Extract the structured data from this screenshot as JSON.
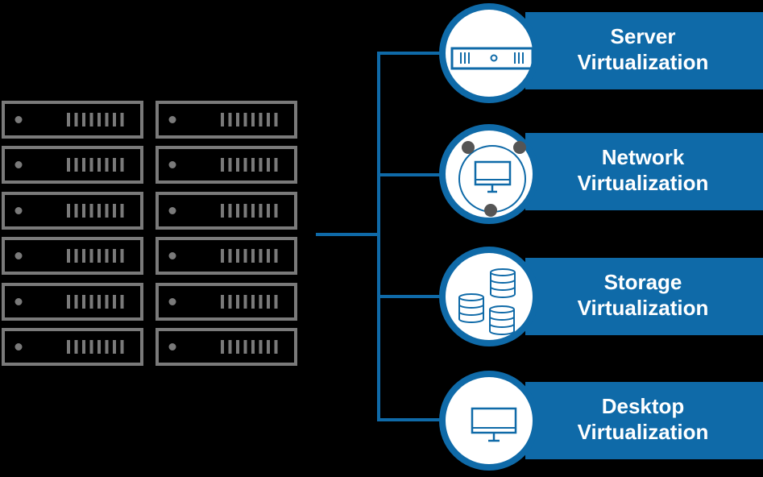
{
  "colors": {
    "accent": "#0f6aa8",
    "rack": "#7a7a7a",
    "background": "#000000"
  },
  "server_rack": {
    "columns": 2,
    "rows": 6
  },
  "categories": [
    {
      "line1": "Server",
      "line2": "Virtualization",
      "icon": "server-icon"
    },
    {
      "line1": "Network",
      "line2": "Virtualization",
      "icon": "network-monitor-icon"
    },
    {
      "line1": "Storage",
      "line2": "Virtualization",
      "icon": "database-stack-icon"
    },
    {
      "line1": "Desktop",
      "line2": "Virtualization",
      "icon": "monitor-icon"
    }
  ]
}
